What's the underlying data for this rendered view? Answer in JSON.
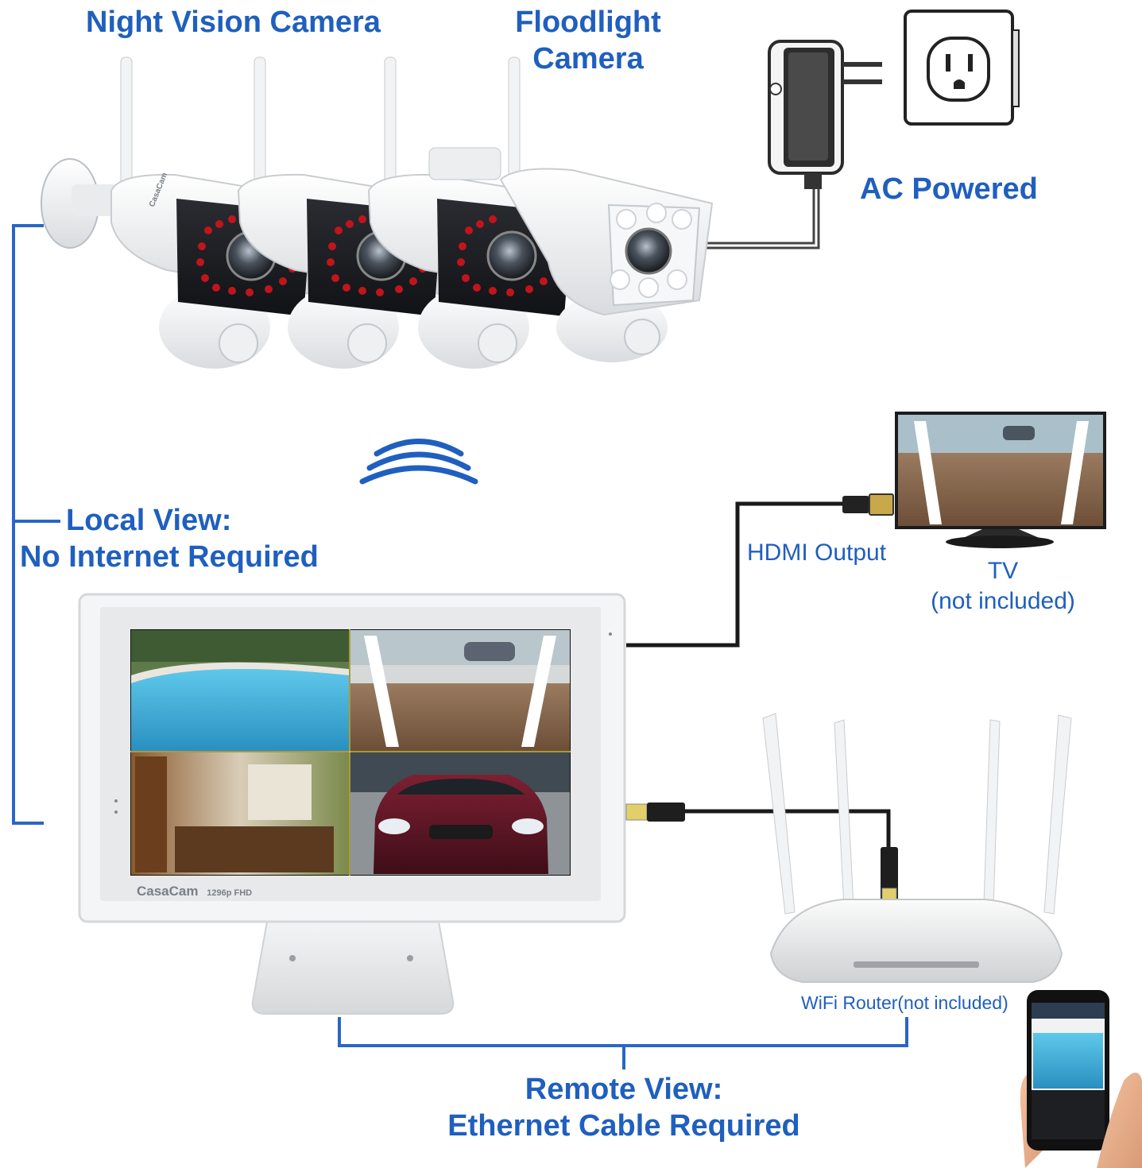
{
  "labels": {
    "night_vision": "Night Vision Camera",
    "floodlight_line1": "Floodlight",
    "floodlight_line2": "Camera",
    "ac_powered": "AC Powered",
    "local_view_line1": "Local View:",
    "local_view_line2": "No Internet Required",
    "hdmi_output": "HDMI Output",
    "tv_line1": "TV",
    "tv_line2": "(not included)",
    "router": "WiFi Router(not included)",
    "remote_view_line1": "Remote View:",
    "remote_view_line2": "Ethernet Cable Required"
  },
  "monitor": {
    "brand": "CasaCam",
    "resolution": "1296p FHD"
  },
  "camera_brand": "CasaCam",
  "colors": {
    "label_blue": "#1f5fbf",
    "connector_blue": "#2a66c6",
    "cable_black": "#1a1a1a",
    "ir_led_red": "#c0151c"
  }
}
